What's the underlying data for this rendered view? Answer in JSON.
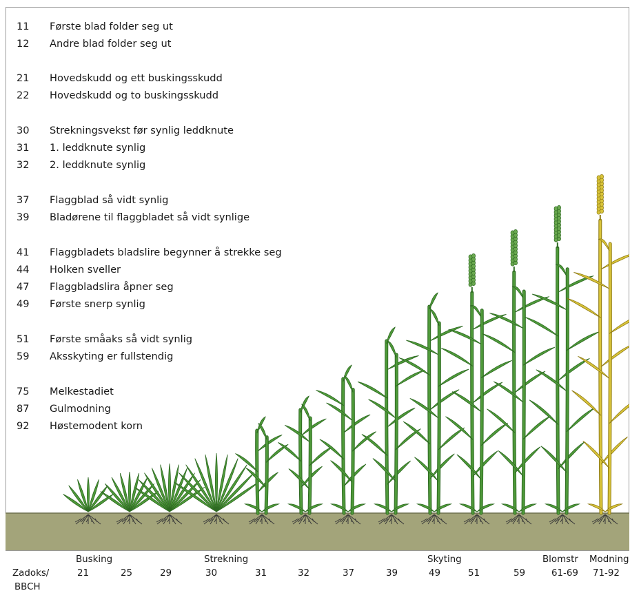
{
  "legend": [
    [
      {
        "code": "11",
        "text": "Første blad folder seg ut"
      },
      {
        "code": "12",
        "text": "Andre blad folder seg ut"
      }
    ],
    [
      {
        "code": "21",
        "text": "Hovedskudd og ett buskingsskudd"
      },
      {
        "code": "22",
        "text": "Hovedskudd og to buskingsskudd"
      }
    ],
    [
      {
        "code": "30",
        "text": "Strekningsvekst før synlig leddknute"
      },
      {
        "code": "31",
        "text": "1. leddknute synlig"
      },
      {
        "code": "32",
        "text": "2. leddknute synlig"
      }
    ],
    [
      {
        "code": "37",
        "text": "Flaggblad så vidt synlig"
      },
      {
        "code": "39",
        "text": "Bladørene til flaggbladet så vidt synlige"
      }
    ],
    [
      {
        "code": "41",
        "text": "Flaggbladets bladslire begynner å strekke seg"
      },
      {
        "code": "44",
        "text": "Holken sveller"
      },
      {
        "code": "47",
        "text": "Flaggbladslira åpner seg"
      },
      {
        "code": "49",
        "text": "Første snerp synlig"
      }
    ],
    [
      {
        "code": "51",
        "text": "Første småaks så vidt synlig"
      },
      {
        "code": "59",
        "text": "Aksskyting er fullstendig"
      }
    ],
    [
      {
        "code": "75",
        "text": "Melkestadiet"
      },
      {
        "code": "87",
        "text": "Gulmodning"
      },
      {
        "code": "92",
        "text": "Høstemodent korn"
      }
    ]
  ],
  "axis": {
    "label_line1": "Zadoks/",
    "label_line2": "BBCH",
    "phases": [
      "Busking",
      "Strekning",
      "Skyting",
      "Blomstr",
      "Modning"
    ],
    "stages": [
      "21",
      "25",
      "29",
      "30",
      "31",
      "32",
      "37",
      "39",
      "49",
      "51",
      "59",
      "61-69",
      "71-92"
    ]
  },
  "colors": {
    "leaf": "#4f9a3a",
    "leaf_dark": "#2e6a22",
    "ripe": "#d9c43a",
    "ripe_dark": "#8f7c16",
    "soil": "#a3a47a",
    "soil_edge": "#6f7250",
    "root": "#3a3a3a"
  }
}
